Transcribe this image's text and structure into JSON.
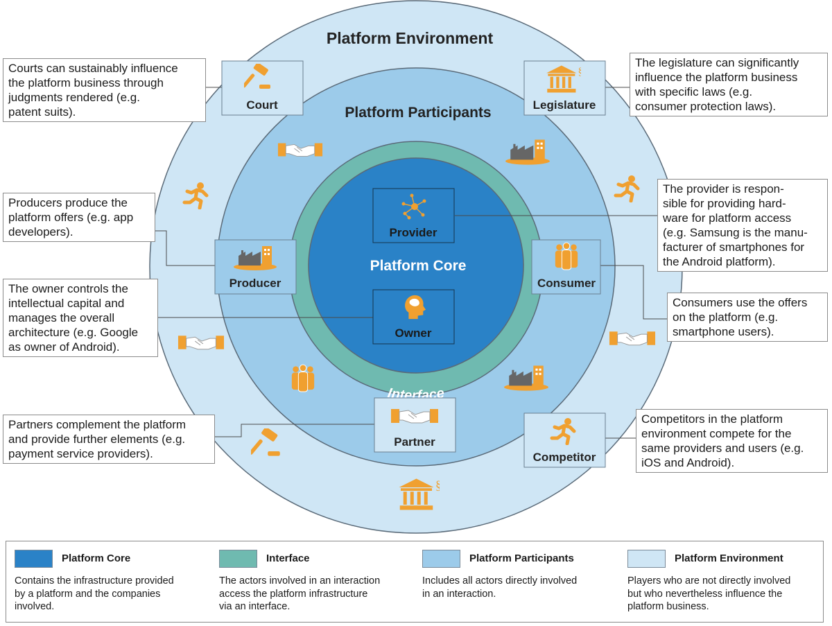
{
  "rings": {
    "environment": {
      "title": "Platform Environment",
      "color": "#cfe6f5"
    },
    "participants": {
      "title": "Platform Participants",
      "color": "#9ccbea"
    },
    "interface": {
      "title": "Interface",
      "color": "#6fbab0"
    },
    "core": {
      "title": "Platform Core",
      "color": "#2a82c7"
    }
  },
  "nodes": {
    "court": "Court",
    "legislature": "Legislature",
    "provider": "Provider",
    "owner": "Owner",
    "producer": "Producer",
    "consumer": "Consumer",
    "partner": "Partner",
    "competitor": "Competitor"
  },
  "icons": {
    "court": "gavel-icon",
    "legislature": "courthouse-icon",
    "provider": "network-icon",
    "owner": "head-icon",
    "producer": "factory-icon",
    "consumer": "group-icon",
    "partner": "handshake-icon",
    "competitor": "runner-icon"
  },
  "accent_color": "#f0a030",
  "callouts": {
    "court": [
      "Courts can sustainably influence",
      "the platform business through",
      "judgments rendered (e.g.",
      "patent suits)."
    ],
    "legislature": [
      "The legislature can significantly",
      "influence the platform business",
      "with specific laws (e.g.",
      "consumer protection laws)."
    ],
    "producer": [
      "Producers produce the",
      "platform offers (e.g. app",
      "developers)."
    ],
    "provider": [
      "The provider is respon-",
      "sible for providing hard-",
      "ware for platform access",
      "(e.g. Samsung is the manu-",
      "facturer of smartphones for",
      "the Android platform)."
    ],
    "owner": [
      "The owner controls the",
      "intellectual capital and",
      "manages the overall",
      "architecture (e.g. Google",
      "as owner of Android)."
    ],
    "consumer": [
      "Consumers use the offers",
      "on the platform (e.g.",
      "smartphone users)."
    ],
    "partner": [
      "Partners complement the platform",
      "and provide further elements (e.g.",
      "payment service providers)."
    ],
    "competitor": [
      "Competitors in the platform",
      "environment compete for the",
      "same providers and users (e.g.",
      "iOS and Android)."
    ]
  },
  "legend": [
    {
      "title": "Platform Core",
      "color": "#2a82c7",
      "desc": [
        "Contains the infrastructure provided",
        "by a platform and the companies",
        "involved."
      ]
    },
    {
      "title": "Interface",
      "color": "#6fbab0",
      "desc": [
        "The actors involved in an interaction",
        "access the platform infrastructure",
        "via an interface."
      ]
    },
    {
      "title": "Platform Participants",
      "color": "#9ccbea",
      "desc": [
        "Includes all actors directly involved",
        "in an interaction."
      ]
    },
    {
      "title": "Platform Environment",
      "color": "#cfe6f5",
      "desc": [
        "Players who are not directly involved",
        "but who nevertheless influence the",
        "platform business."
      ]
    }
  ]
}
